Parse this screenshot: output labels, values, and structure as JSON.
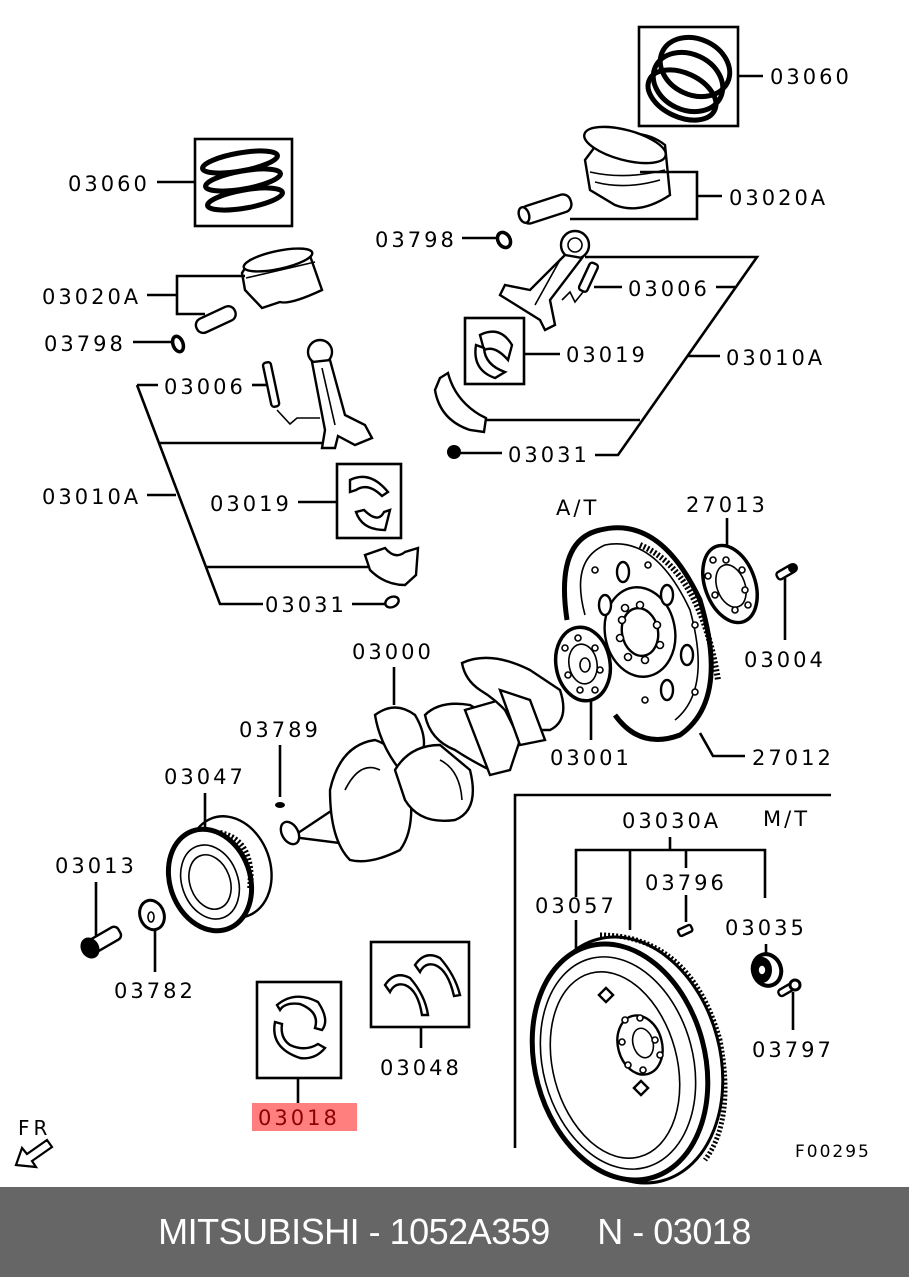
{
  "diagram": {
    "figure_code": "F00295",
    "orientation_label": "FR",
    "variant_labels": {
      "automatic": "A/T",
      "manual": "M/T"
    },
    "highlight_color": "#ff7f7f",
    "highlighted_part": "03018",
    "parts": {
      "rings_right": "03060",
      "rings_left": "03060",
      "piston_right": "03020A",
      "piston_left": "03020A",
      "snap_ring_right": "03798",
      "snap_ring_left": "03798",
      "conrod_bolt_right": "03006",
      "conrod_bolt_left": "03006",
      "conrod_bearing_right": "03019",
      "conrod_bearing_left": "03019",
      "conrod_assy_right": "03010A",
      "conrod_assy_left": "03010A",
      "conrod_nut_right": "03031",
      "conrod_nut_left": "03031",
      "drive_plate": "27012",
      "adapter_plate": "27013",
      "drive_plate_bolt": "03004",
      "crank_gear": "03001",
      "crankshaft": "03000",
      "woodruff_key": "03789",
      "damper_pulley": "03047",
      "pulley_bolt": "03013",
      "pulley_washer": "03782",
      "main_bearing": "03018",
      "thrust_bearing": "03048",
      "flywheel_assy": "03030A",
      "flywheel": "03057",
      "dowel_pin": "03796",
      "pilot_bearing": "03035",
      "flywheel_bolt": "03797"
    }
  },
  "footer": {
    "text": "MITSUBISHI - 1052A359     N - 03018"
  }
}
